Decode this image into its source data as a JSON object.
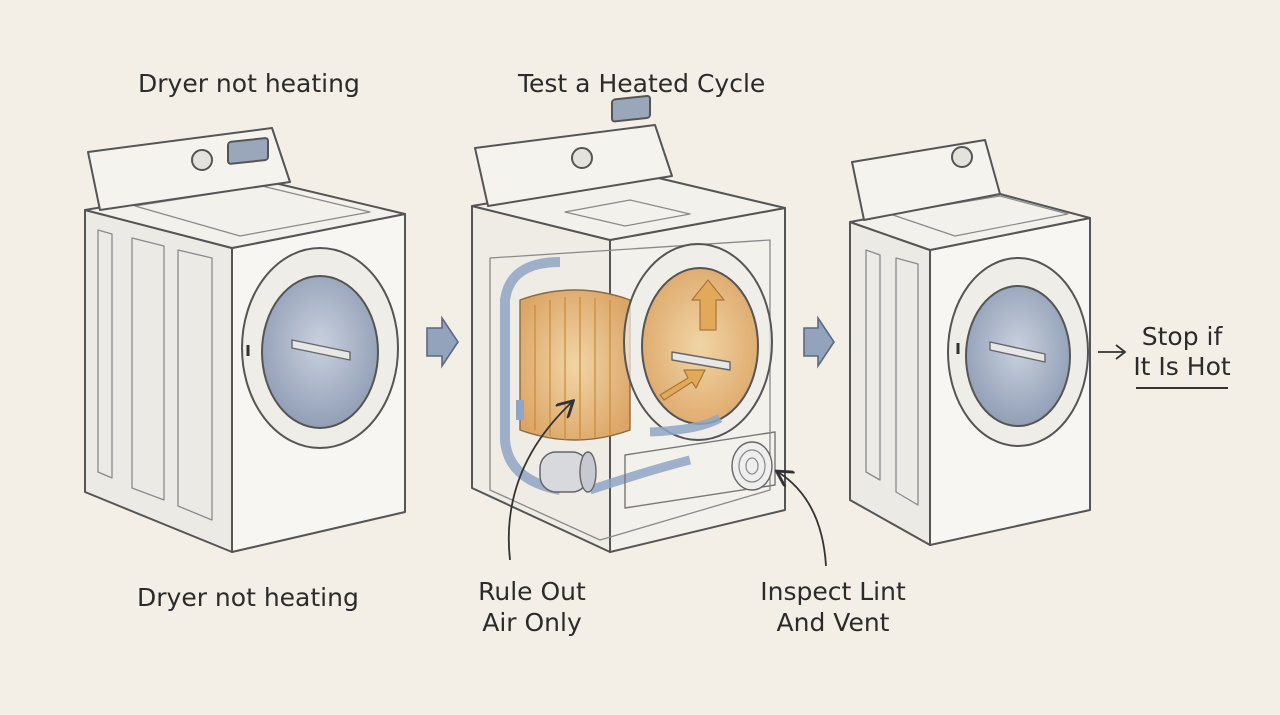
{
  "steps": {
    "start_title": "Dryer not heating",
    "test_title": "Test a Heated Cycle",
    "start_caption": "Dryer not heating"
  },
  "callouts": {
    "rule_out_line1": "Rule Out",
    "rule_out_line2": "Air Only",
    "inspect_line1": "Inspect Lint",
    "inspect_line2": "And Vent"
  },
  "outcome": {
    "line1": "Stop if",
    "line2": "It Is Hot"
  },
  "colors": {
    "background": "#f3efe6",
    "machine_body": "#f7f6f2",
    "outline": "#555555",
    "drum_glass": "#aeb9cc",
    "heat_airflow": "#e3a95a",
    "cool_airflow": "#8fa6c4",
    "step_arrow": "#93a3bc"
  },
  "icons": [
    "dryer-icon",
    "dryer-cutaway-icon",
    "step-arrow-icon",
    "callout-arrow-icon",
    "right-arrow-icon"
  ]
}
